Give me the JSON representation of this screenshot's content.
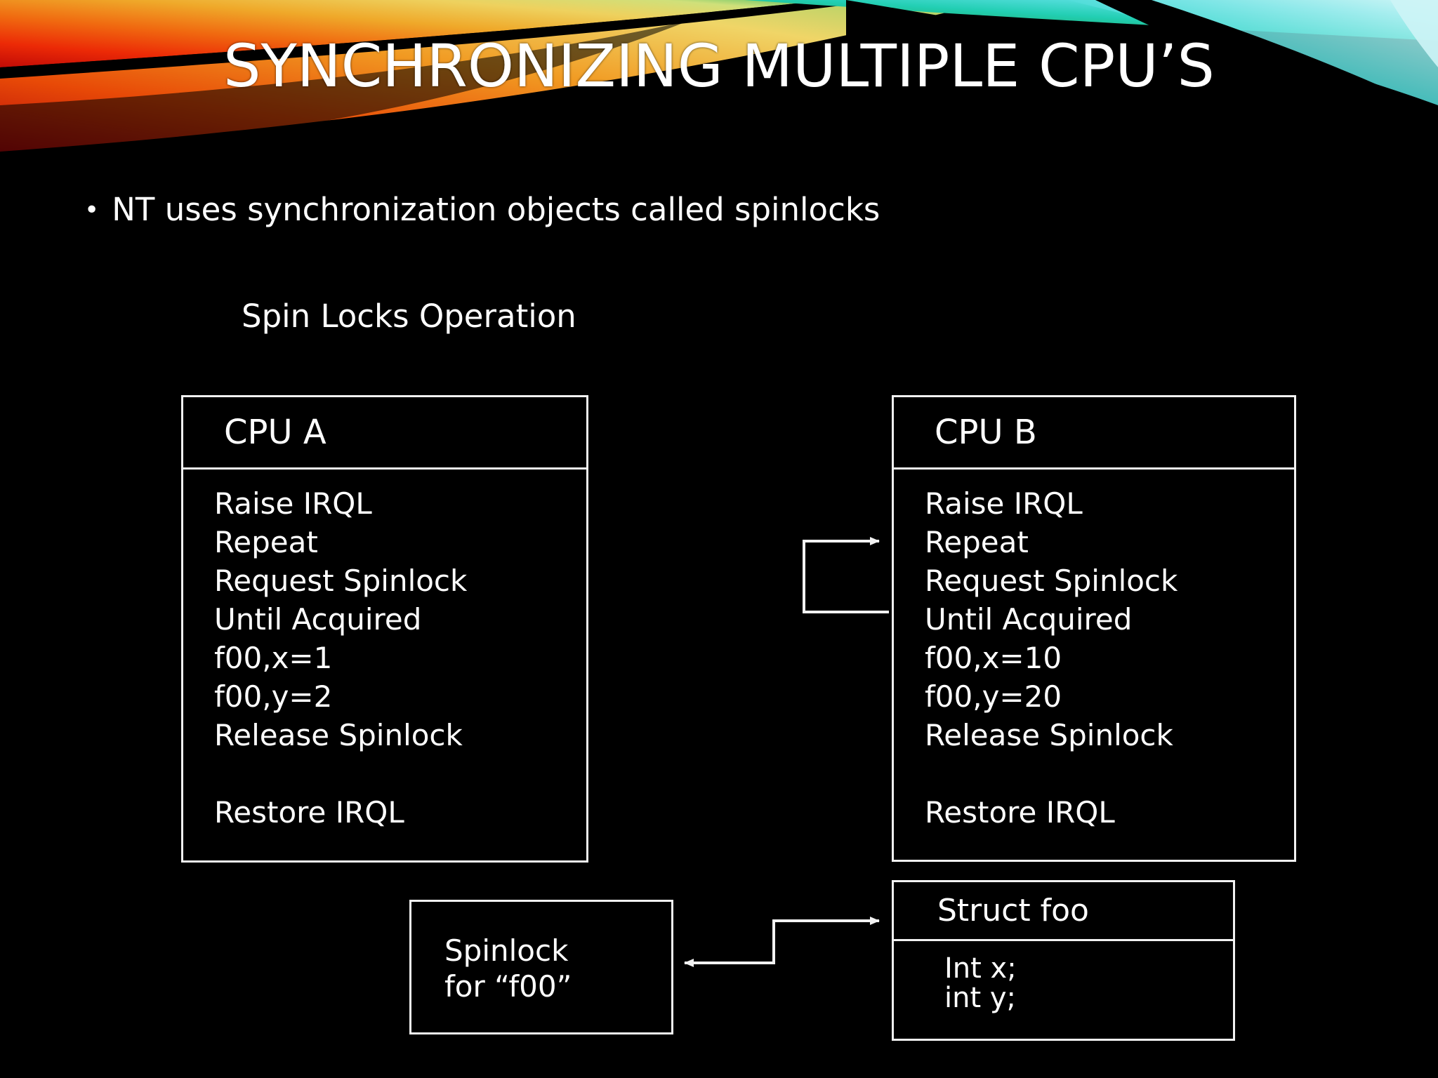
{
  "slide": {
    "title": "SYNCHRONIZING MULTIPLE CPU’S",
    "bullet_marker": "•",
    "bullet_text": "NT uses synchronization objects called spinlocks",
    "subheading": "Spin Locks Operation"
  },
  "theme": {
    "background": "#000000",
    "text_color": "#ffffff",
    "stroke_color": "#f2f2f2",
    "banner_yellow": "#f0c23a",
    "banner_orange": "#e8701a",
    "banner_red": "#e01b0c",
    "banner_green": "#1f9b3a",
    "banner_teal": "#2fd6c8",
    "banner_cyan": "#8ee8ef"
  },
  "cpu_a": {
    "header": "CPU A",
    "steps": [
      "Raise IRQL",
      "Repeat",
      "Request Spinlock",
      "Until Acquired",
      "f00,x=1",
      "f00,y=2",
      "Release Spinlock",
      "",
      "Restore IRQL"
    ]
  },
  "cpu_b": {
    "header": "CPU B",
    "steps": [
      "Raise IRQL",
      "Repeat",
      "Request Spinlock",
      "Until Acquired",
      "f00,x=10",
      "f00,y=20",
      "Release Spinlock",
      "",
      "Restore IRQL"
    ]
  },
  "spinlock": {
    "line1": "Spinlock",
    "line2": "for “f00”"
  },
  "struct_foo": {
    "header": "Struct foo",
    "fields": [
      "Int x;",
      "int y;"
    ]
  },
  "connectors": {
    "spin_loop_label": "spin-wait-loop-arrow",
    "spinlock_struct_label": "spinlock-struct-link-arrow"
  }
}
